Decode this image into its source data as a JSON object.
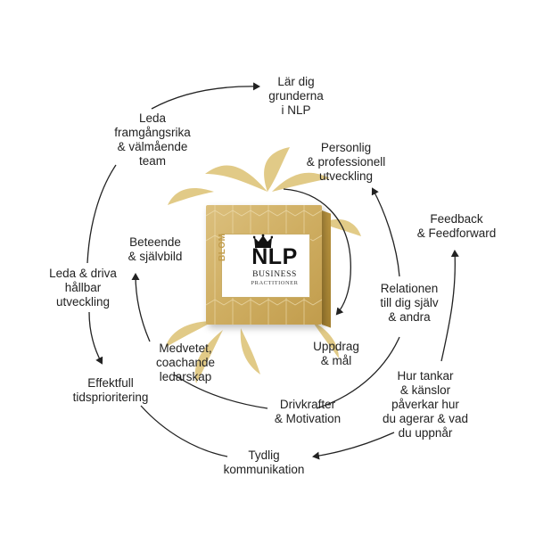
{
  "box": {
    "title": "NLP",
    "subtitle": "BUSINESS",
    "subtitle2": "PRACTITIONER",
    "brand": "BLOM",
    "crown_icon": "crown-icon",
    "color_gold": "#cfae62",
    "color_leaf": "#d8b95f"
  },
  "labels": {
    "lar_dig": "Lär dig\ngrunderna\ni NLP",
    "personlig": "Personlig\n& professionell\nutveckling",
    "feedback": "Feedback\n& Feedforward",
    "relationen": "Relationen\ntill dig själv\n& andra",
    "uppdrag": "Uppdrag\n& mål",
    "hur_tankar": "Hur tankar\n& känslor\npåverkar hur\ndu agerar & vad\ndu uppnår",
    "drivkrafter": "Drivkrafter\n& Motivation",
    "tydlig": "Tydlig\nkommunikation",
    "medvetet": "Medvetet,\ncoachande\nledarskap",
    "effektfull": "Effektfull\ntidsprioritering",
    "leda_driva": "Leda & driva\nhållbar\nutveckling",
    "beteende": "Beteende\n& självbild",
    "leda_team": "Leda\nframgångsrika\n& välmående\nteam"
  },
  "colors": {
    "arrow": "#222222",
    "text": "#222222"
  }
}
